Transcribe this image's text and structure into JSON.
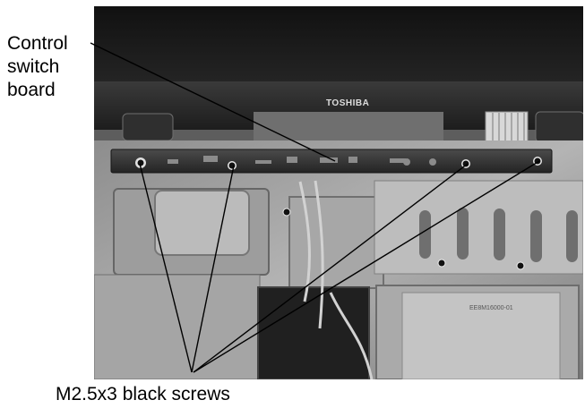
{
  "figure": {
    "labels": {
      "control_switch_board": [
        "Control",
        "switch",
        "board"
      ],
      "screws": "M2.5x3 black screws"
    },
    "photo_text": {
      "brand": "TOSHIBA",
      "part_number": "EE8M16000-01"
    },
    "colors": {
      "label_text": "#000000",
      "callout_line": "#000000",
      "photo_dark": "#1f1f1f",
      "photo_mid": "#5e5e5e",
      "photo_light": "#b8b8b8"
    }
  }
}
